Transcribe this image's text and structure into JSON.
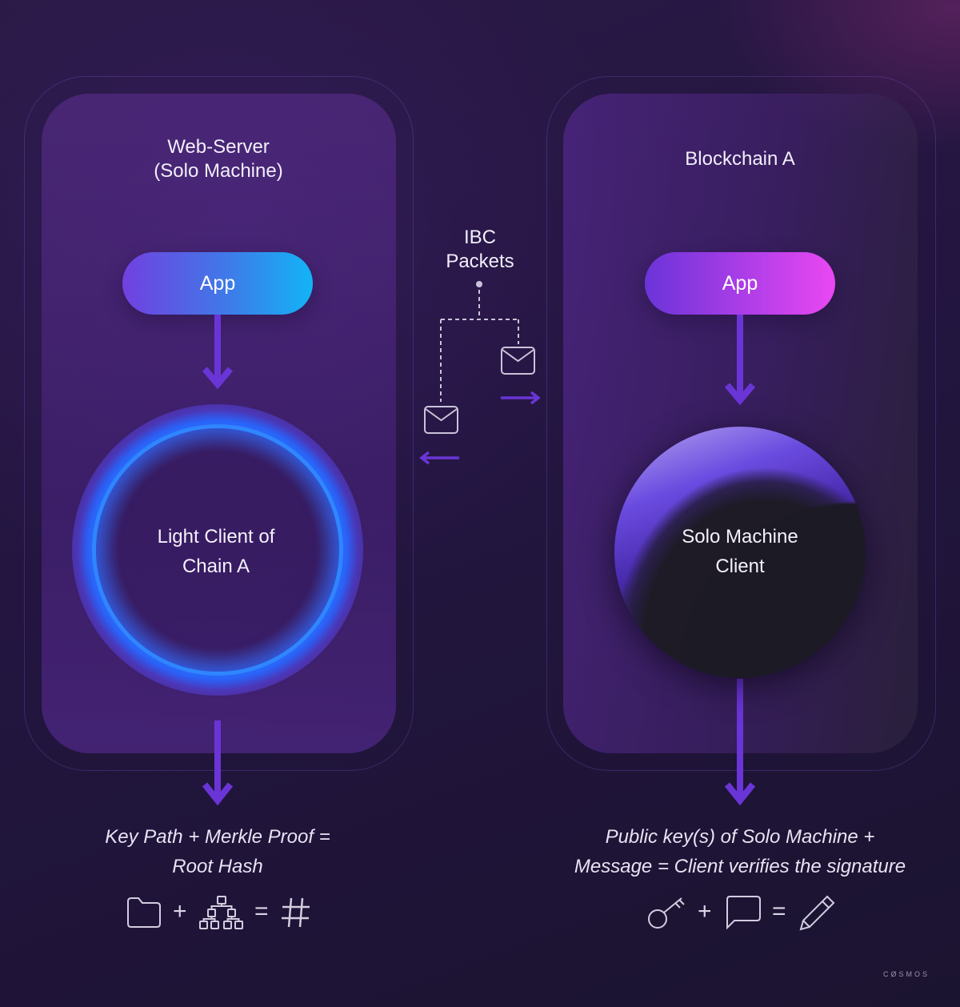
{
  "left_panel": {
    "title_line1": "Web-Server",
    "title_line2": "(Solo Machine)",
    "app_label": "App",
    "client_line1": "Light Client of",
    "client_line2": "Chain A",
    "caption_line1": "Key Path + Merkle Proof =",
    "caption_line2": "Root Hash",
    "equation": {
      "plus": "+",
      "equals": "="
    },
    "icons": [
      "folder-icon",
      "merkle-tree-icon",
      "hash-icon"
    ]
  },
  "right_panel": {
    "title": "Blockchain A",
    "app_label": "App",
    "client_line1": "Solo Machine",
    "client_line2": "Client",
    "caption_line1": "Public key(s) of Solo Machine +",
    "caption_line2": "Message = Client verifies the signature",
    "equation": {
      "plus": "+",
      "equals": "="
    },
    "icons": [
      "key-icon",
      "message-bubble-icon",
      "pen-icon"
    ]
  },
  "center": {
    "label_line1": "IBC",
    "label_line2": "Packets",
    "icons": [
      "envelope-icon",
      "envelope-icon",
      "arrow-right-icon",
      "arrow-left-icon"
    ]
  },
  "brand": "CØSMOS",
  "colors": {
    "arrow": "#6a35d6",
    "ring": "#2f86ff",
    "app_left_gradient": [
      "#7240e0",
      "#12b4f5"
    ],
    "app_right_gradient": [
      "#6a34d8",
      "#ea48f2"
    ]
  }
}
